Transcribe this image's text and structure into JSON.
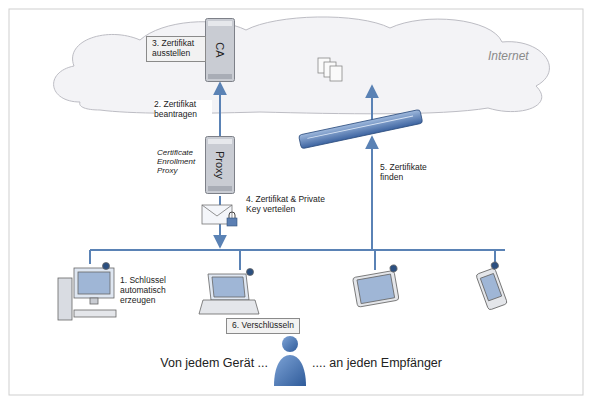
{
  "diagram": {
    "nodes": [
      {
        "text": [
          "Internet"
        ]
      },
      {
        "text": [
          "CA"
        ],
        "in": 0
      },
      {
        "text": [
          "3. Zertifikat ausstellen"
        ],
        "in": 0
      },
      {
        "text": [
          "Proxy",
          "Certificate Enrollment Proxy"
        ]
      },
      {
        "text": [
          "1. Schlüssel automatisch erzeugen"
        ]
      },
      {
        "text": [
          "6. Verschlüsseln"
        ]
      }
    ],
    "edges": [
      {
        "from": 3,
        "to": 1,
        "label": "2. Zertifikat beantragen",
        "arrow": "to"
      }
    ],
    "labels": [
      "4. Zertifikat & Private Key verteilen",
      "5. Zertifikate finden",
      "Von jedem Gerät ...",
      ".... an jeden Empfänger"
    ]
  }
}
